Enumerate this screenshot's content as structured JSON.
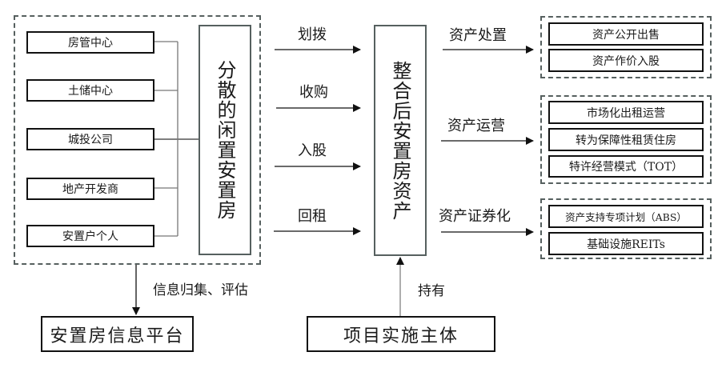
{
  "sources": {
    "items": [
      "房管中心",
      "土储中心",
      "城投公司",
      "地产开发商",
      "安置户个人"
    ],
    "group_label": "分散的闲置安置房"
  },
  "methods": [
    "划拨",
    "收购",
    "入股",
    "回租"
  ],
  "center": {
    "label": "整合后安置房资产"
  },
  "outcomes": [
    {
      "label": "资产处置",
      "items": [
        "资产公开出售",
        "资产作价入股"
      ]
    },
    {
      "label": "资产运营",
      "items": [
        "市场化出租运营",
        "转为保障性租赁住房",
        "特许经营模式（TOT）"
      ]
    },
    {
      "label": "资产证券化",
      "items": [
        "资产支持专项计划（ABS）",
        "基础设施REITs"
      ]
    }
  ],
  "bottom": {
    "platform": {
      "label": "安置房信息平台",
      "edge_label": "信息归集、评估"
    },
    "entity": {
      "label": "项目实施主体",
      "edge_label": "持有"
    }
  }
}
